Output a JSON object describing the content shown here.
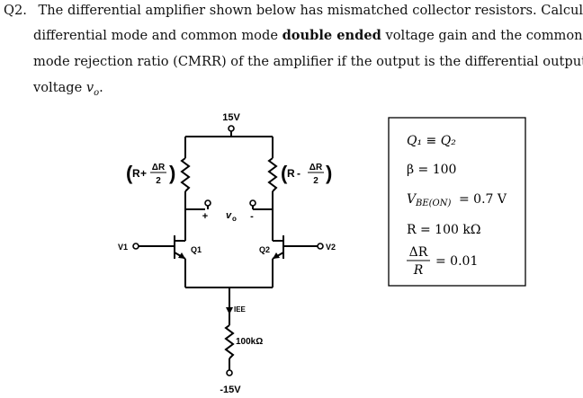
{
  "problem": {
    "number": "Q2.",
    "line1": "The differential amplifier shown below has mismatched collector resistors. Calculate",
    "line2_a": "differential mode and common mode ",
    "line2_bold": "double ended",
    "line2_b": " voltage gain and the common-",
    "line3": "mode rejection ratio (CMRR) of the amplifier if the output is the differential output",
    "line4_a": "voltage ",
    "line4_var": "v",
    "line4_sub": "o",
    "line4_end": "."
  },
  "circuit": {
    "vcc": "15V",
    "vee": "-15V",
    "r_left": {
      "open": "(",
      "r": "R",
      "op": "+",
      "num": "ΔR",
      "den": "2",
      "close": ")"
    },
    "r_right": {
      "open": "(",
      "r": "R",
      "op": "-",
      "num": "ΔR",
      "den": "2",
      "close": ")"
    },
    "vo_plus": "+",
    "vo_label": "v",
    "vo_sub": "o",
    "vo_minus": "-",
    "q1": "Q1",
    "q2": "Q2",
    "v1": "V1",
    "v2": "V2",
    "iee": "IEE",
    "ree": "100kΩ"
  },
  "specs": {
    "q_match": "Q₁ ≡ Q₂",
    "beta": "β = 100",
    "vbe": "V",
    "vbe_sub": "BE(ON)",
    "vbe_val": " = 0.7 V",
    "r": "R = 100 kΩ",
    "dr_num": "ΔR",
    "dr_den": "R",
    "dr_val": "= 0.01"
  }
}
